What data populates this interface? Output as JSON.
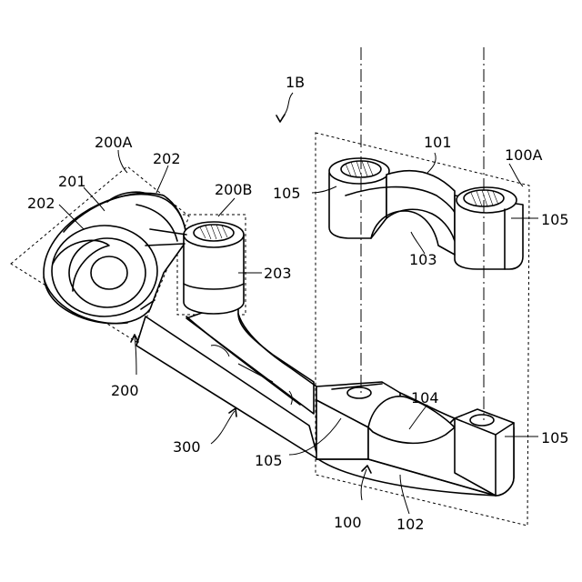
{
  "figure_label": "1B",
  "labels": {
    "l100": "100",
    "l100A": "100A",
    "l101": "101",
    "l102": "102",
    "l103": "103",
    "l104": "104",
    "l105_a": "105",
    "l105_b": "105",
    "l105_c": "105",
    "l105_d": "105",
    "l200": "200",
    "l200A": "200A",
    "l200B": "200B",
    "l201": "201",
    "l202_a": "202",
    "l202_b": "202",
    "l203": "203",
    "l300": "300"
  }
}
